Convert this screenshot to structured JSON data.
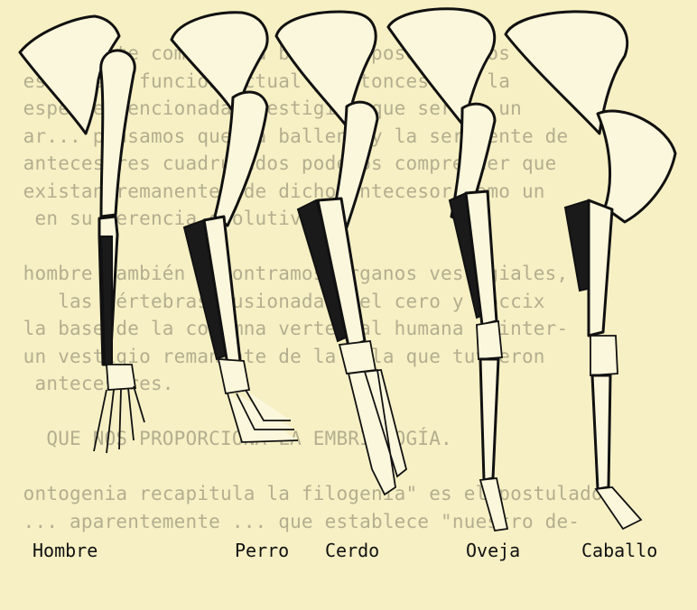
{
  "background_text": [
    "   serpiente como en la ballena posee huesos",
    "  esentes y función actual y entonces, de la",
    "  especie mencionada, vestigios que serían un",
    "  ar... pensamos que la ballena y la serpiente de",
    "  antecesores cuadrúpedos podemos comprender que",
    "  existan remanentes de dicho antecesor como un",
    "   en su herencia evolutiva.",
    "",
    "  hombre también encontramos órganos vestigiales,",
    "     las vértebras fusionadas del cero y cóccix",
    "  la base de la columna vertebral humana o inter-",
    "  un vestigio remanente de la cola que tuvieron",
    "   antecesores.",
    "",
    "    QUE NOS PROPORCIONA LA EMBRIOLOGÍA.",
    "",
    "  ontogenia recapitula la filogenia\" es el postulado",
    "  ... aparentemente ... que establece \"nuestro de-"
  ],
  "labels": {
    "hombre": "Hombre",
    "perro": "Perro",
    "cerdo": "Cerdo",
    "oveja": "Oveja",
    "caballo": "Caballo"
  }
}
